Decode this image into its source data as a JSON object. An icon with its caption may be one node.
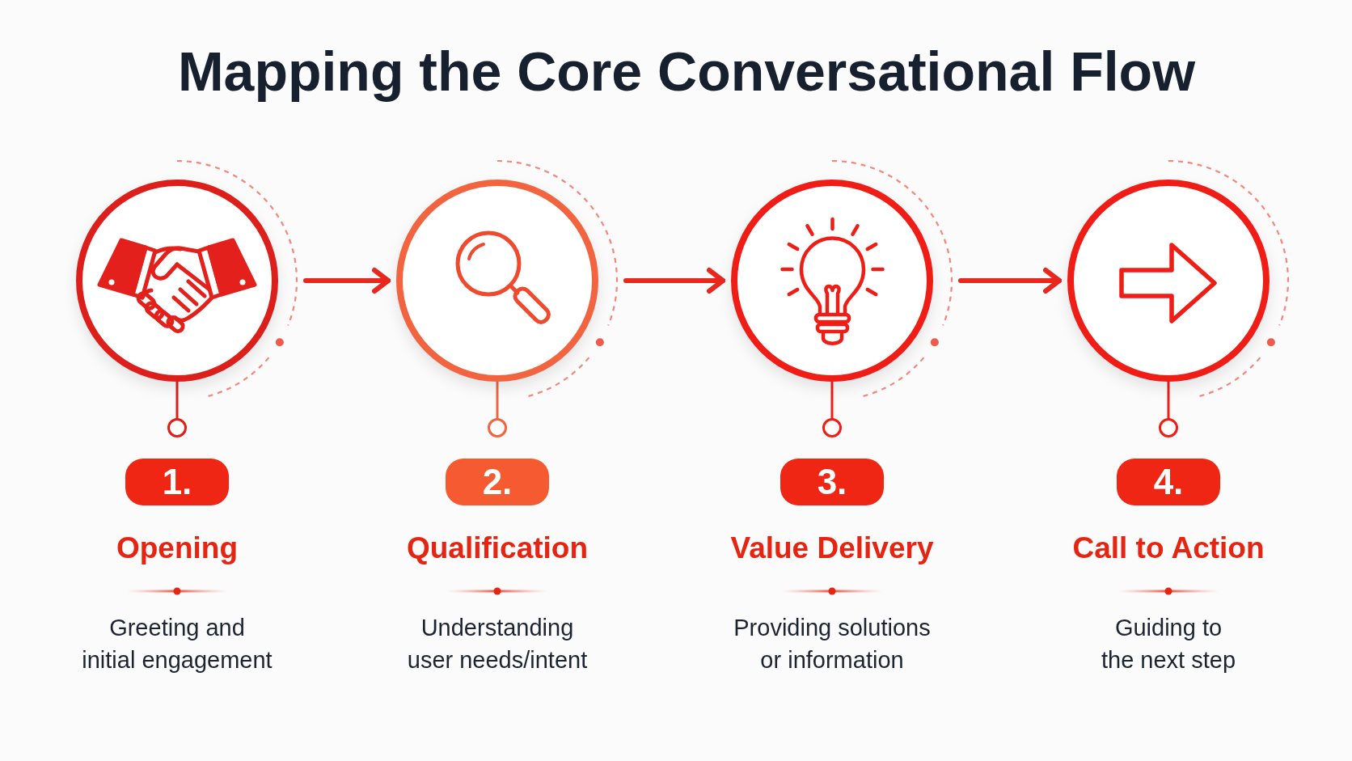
{
  "diagram": {
    "title": "Mapping the Core Conversational Flow",
    "nodes": [
      {
        "text": [],
        "shape": "circle"
      },
      {
        "text": [],
        "shape": "circle"
      },
      {
        "text": [],
        "shape": "circle"
      },
      {
        "text": [],
        "shape": "circle"
      },
      {
        "text": [
          "1."
        ],
        "beside": [
          "Opening",
          "Greeting and initial engagement"
        ]
      },
      {
        "text": [
          "2."
        ],
        "beside": [
          "Qualification",
          "Understanding user needs/intent"
        ]
      },
      {
        "text": [
          "3."
        ],
        "beside": [
          "Value Delivery",
          "Providing solutions or information"
        ]
      },
      {
        "text": [
          "4."
        ],
        "beside": [
          "Call to Action",
          "Guiding to the next step"
        ]
      }
    ],
    "edges": [
      {
        "from": 0,
        "to": 1,
        "arrow": "to"
      },
      {
        "from": 1,
        "to": 2,
        "arrow": "to"
      },
      {
        "from": 2,
        "to": 3,
        "arrow": "to"
      }
    ]
  }
}
